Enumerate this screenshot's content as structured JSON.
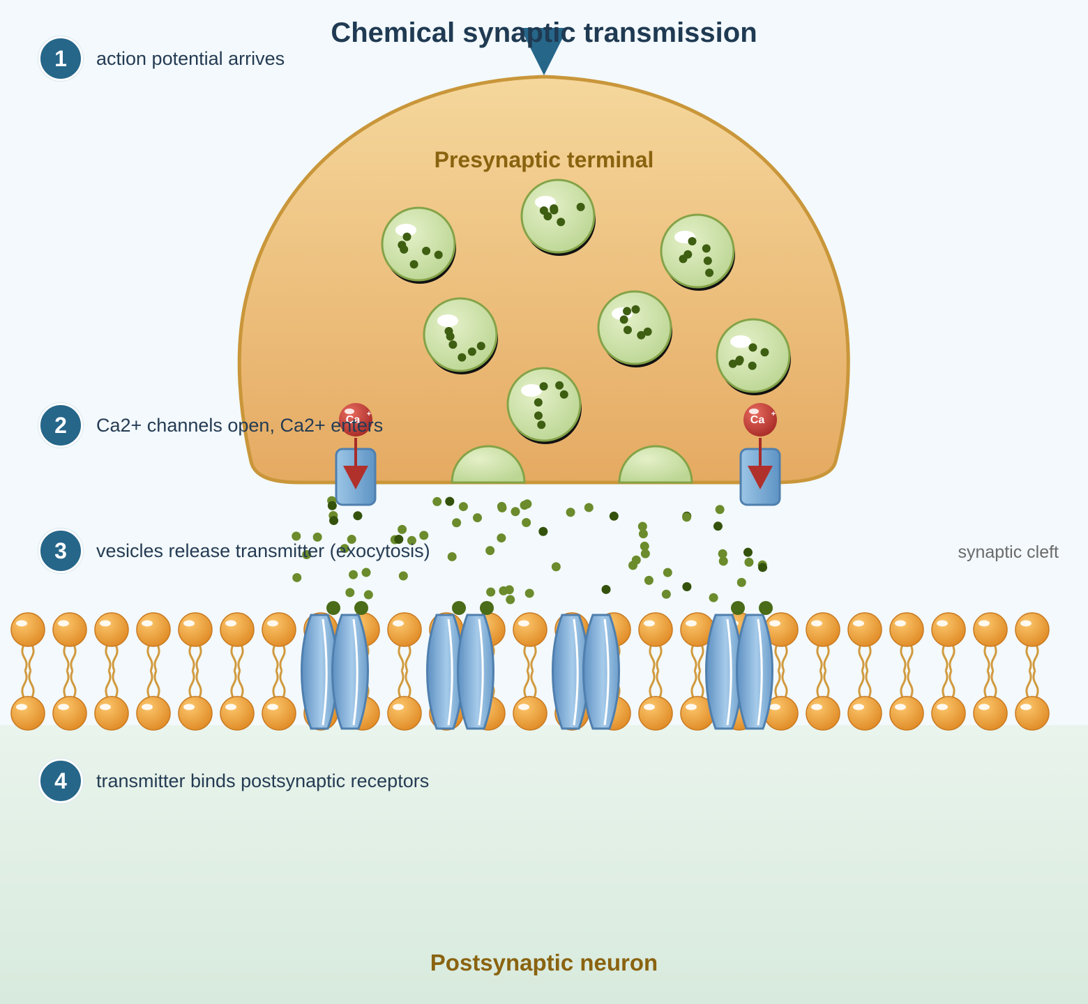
{
  "title": "Chemical synaptic transmission",
  "labels": {
    "presynaptic": "Presynaptic terminal",
    "postsynaptic": "Postsynaptic neuron",
    "cleft": "synaptic cleft",
    "calcium_ion": "Ca",
    "calcium_charge": "+"
  },
  "steps": [
    {
      "number": "1",
      "text": "action potential arrives"
    },
    {
      "number": "2",
      "text": "Ca2+ channels open, Ca2+ enters"
    },
    {
      "number": "3",
      "text": "vesicles release transmitter (exocytosis)"
    },
    {
      "number": "4",
      "text": "transmitter binds postsynaptic receptors"
    }
  ],
  "colors": {
    "terminal_fill": "#f3cd8d",
    "terminal_stroke": "#c9963a",
    "vesicle": "#c8dea0",
    "neurotransmitter": "#4a6b18",
    "channel": "#7fb0d8",
    "calcium": "#c23b35",
    "phospholipid": "#e89a35",
    "badge": "#266689",
    "postsynaptic_bg": "#dcece1"
  }
}
